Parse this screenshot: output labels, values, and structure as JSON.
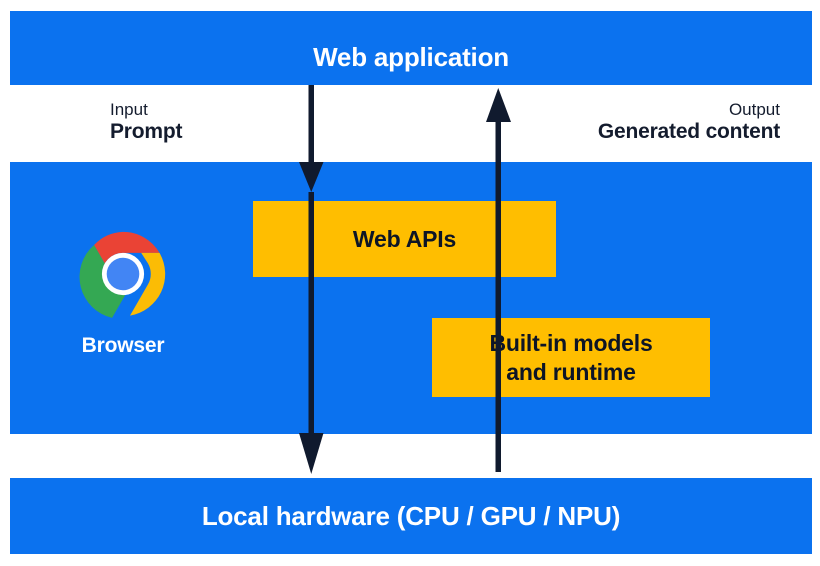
{
  "diagram": {
    "title": "Web application",
    "bands": {
      "web_application": {
        "label": "Web application"
      },
      "browser": {
        "label": "Browser"
      },
      "local_hardware": {
        "label": "Local hardware (CPU / GPU / NPU)"
      }
    },
    "flows": [
      {
        "kind": "Input",
        "value": "Prompt",
        "direction": "down"
      },
      {
        "kind": "Output",
        "value": "Generated content",
        "direction": "up"
      }
    ],
    "boxes": [
      {
        "label": "Web APIs"
      },
      {
        "label_line1": "Built-in models",
        "label_line2": "and runtime"
      }
    ],
    "icons": {
      "browser": "chrome-logo-icon",
      "arrow_down": "arrow-down-icon",
      "arrow_up": "arrow-up-icon"
    },
    "colors": {
      "band_blue": "#0b72ef",
      "box_yellow": "#ffbe00",
      "arrow_navy": "#101a2e",
      "text_dark": "#141c2e",
      "text_light": "#ffffff",
      "chrome_red": "#ea4335",
      "chrome_yellow": "#fbbc05",
      "chrome_green": "#34a853",
      "chrome_blue": "#4285f4"
    }
  }
}
